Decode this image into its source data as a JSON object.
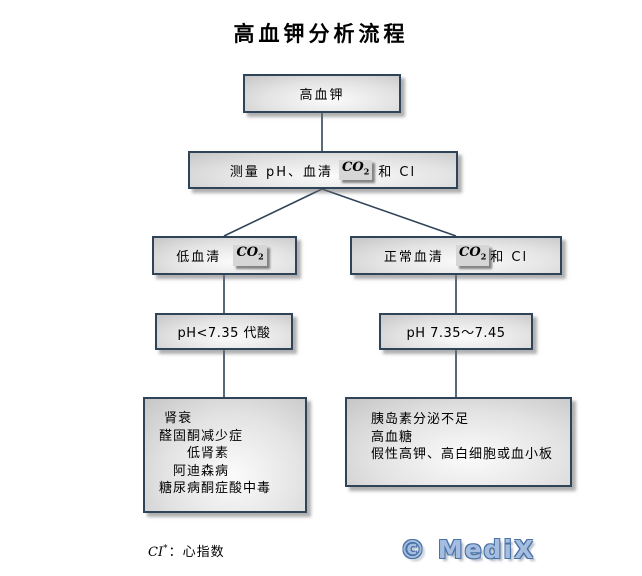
{
  "page": {
    "title": "高血钾分析流程"
  },
  "colors": {
    "box_border": "#2f4459",
    "connector_line": "#2f4459",
    "box_fill_center": "#fbfbfb",
    "box_fill_edge": "#c6c6c6",
    "shadow": "#6e6e6e",
    "logo_fill": "#a4bde0",
    "logo_outline": "#4a72a4"
  },
  "flow": {
    "root": {
      "label": "高血钾"
    },
    "measure": {
      "text_before": "测量 pH、血清",
      "eq_base": "CO",
      "eq_sub": "2",
      "text_after": "和 Cl"
    },
    "low_serum": {
      "text_before": "低血清 ",
      "eq_base": "CO",
      "eq_sub": "2"
    },
    "normal_serum": {
      "text_before": "正常血清 ",
      "eq_base": "CO",
      "eq_sub": "2",
      "text_after": "和 Cl"
    },
    "acidosis": {
      "label": "pH<7.35 代酸"
    },
    "normal_ph": {
      "label": "pH 7.35～7.45"
    },
    "left_causes": {
      "lines": [
        " 肾衰",
        "醛固酮减少症",
        "　　低肾素",
        "　阿迪森病",
        "糖尿病酮症酸中毒"
      ]
    },
    "right_causes": {
      "lines": [
        "胰岛素分泌不足",
        "高血糖",
        "假性高钾、高白细胞或血小板"
      ]
    }
  },
  "footnote": {
    "term": "CI",
    "sup": "*",
    "text": "：心指数"
  },
  "logo": {
    "text": "© MediX"
  }
}
